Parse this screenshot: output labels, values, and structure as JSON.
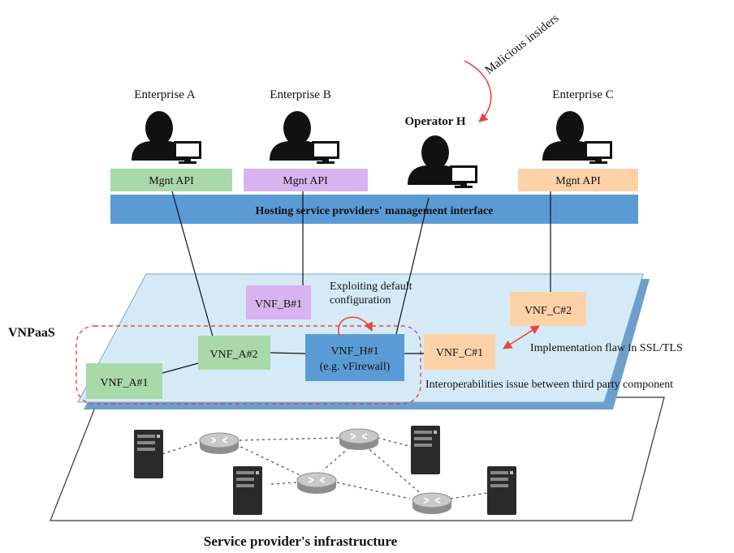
{
  "enterprises": {
    "a": "Enterprise A",
    "b": "Enterprise B",
    "c": "Enterprise C",
    "operator": "Operator H"
  },
  "threat_label": "Malicious insiders",
  "api": {
    "a": "Mgnt API",
    "b": "Mgnt API",
    "c": "Mgnt API"
  },
  "mgmt_interface": "Hosting service providers' management interface",
  "vnpaas_label": "VNPaaS",
  "vnfs": {
    "a1": "VNF_A#1",
    "a2": "VNF_A#2",
    "b1": "VNF_B#1",
    "h1_line1": "VNF_H#1",
    "h1_line2": "(e.g. vFirewall)",
    "c1": "VNF_C#1",
    "c2": "VNF_C#2"
  },
  "annotations": {
    "exploit_line1": "Exploiting default",
    "exploit_line2": "configuration",
    "ssl": "Implementation flaw in SSL/TLS",
    "interop": "Interoperabilities issue between third party component"
  },
  "infrastructure_label": "Service provider's infrastructure",
  "colors": {
    "enterprise_a": "#a9d8a9",
    "enterprise_b": "#d9b3ef",
    "enterprise_c": "#fdd2a9",
    "operator_h": "#5b9bd5",
    "mgmt_bar": "#5b9bd5",
    "platform": "#d4ebf7",
    "threat": "#e8473c"
  }
}
